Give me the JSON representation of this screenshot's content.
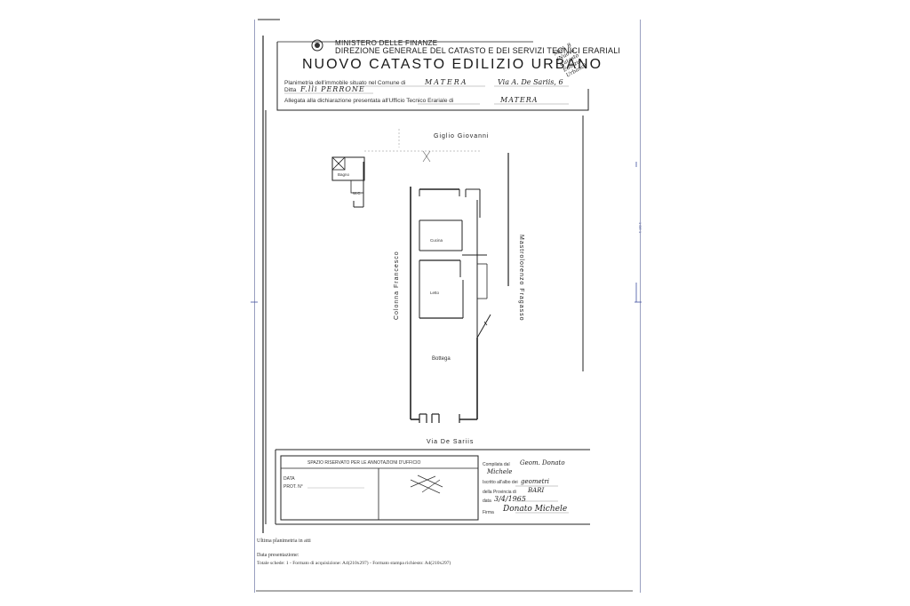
{
  "header": {
    "ministry": "MINISTERO DELLE FINANZE",
    "direzione": "DIREZIONE GENERALE DEL CATASTO E DEI SERVIZI TECNICI ERARIALI",
    "title": "NUOVO CATASTO EDILIZIO URBANO",
    "corner_note": "Mod. B (Nuovo Catasto Edilizio Urbano)",
    "row1_label": "Planimetria dell'immobile situato nel Comune di",
    "row1_comune": "MATERA",
    "row1_via": "Via A. De Sariis, 6",
    "row2_label": "Ditta",
    "row2_ditta": "F.lli PERRONE",
    "row3_label": "Allegata alla dichiarazione presentata all'Ufficio Tecnico Erariale di",
    "row3_city": "MATERA"
  },
  "plan": {
    "north_street": "Giglio Giovanni",
    "west_neighbor": "Colonna Francesco",
    "east_neighbor": "Mastrolorenzo Fragasso",
    "south_street": "Via De Sariis",
    "room_wc": "Bagno",
    "room_kitchen": "Cucina",
    "room_bed": "Letto",
    "room_shop": "Bottega",
    "room_small": "W.C."
  },
  "footer": {
    "reserved_title": "SPAZIO RISERVATO PER LE ANNOTAZIONI D'UFFICIO",
    "data_label": "DATA",
    "prot_label": "PROT. N°",
    "compiled_label": "Compilata dal",
    "compiled_name": "Geom. Donato",
    "compiled_name2": "Michele",
    "iscritto_label": "Iscritto all'albo dei",
    "iscritto_value": "geometri",
    "provincia_label": "della Provincia di",
    "provincia_value": "BARI",
    "data_compil_label": "data",
    "data_compil_value": "3/4/1965",
    "firma_label": "Firma",
    "firma_value": "Donato Michele",
    "note1": "Ultima planimetria in atti",
    "note2": "Data presentazione:",
    "note3": "Totale schede: 1 - Formato di acquisizione: A4(210x297) - Formato stampa richiesto: A4(210x297)"
  },
  "margin": {
    "side_note": "1 DE 1"
  }
}
